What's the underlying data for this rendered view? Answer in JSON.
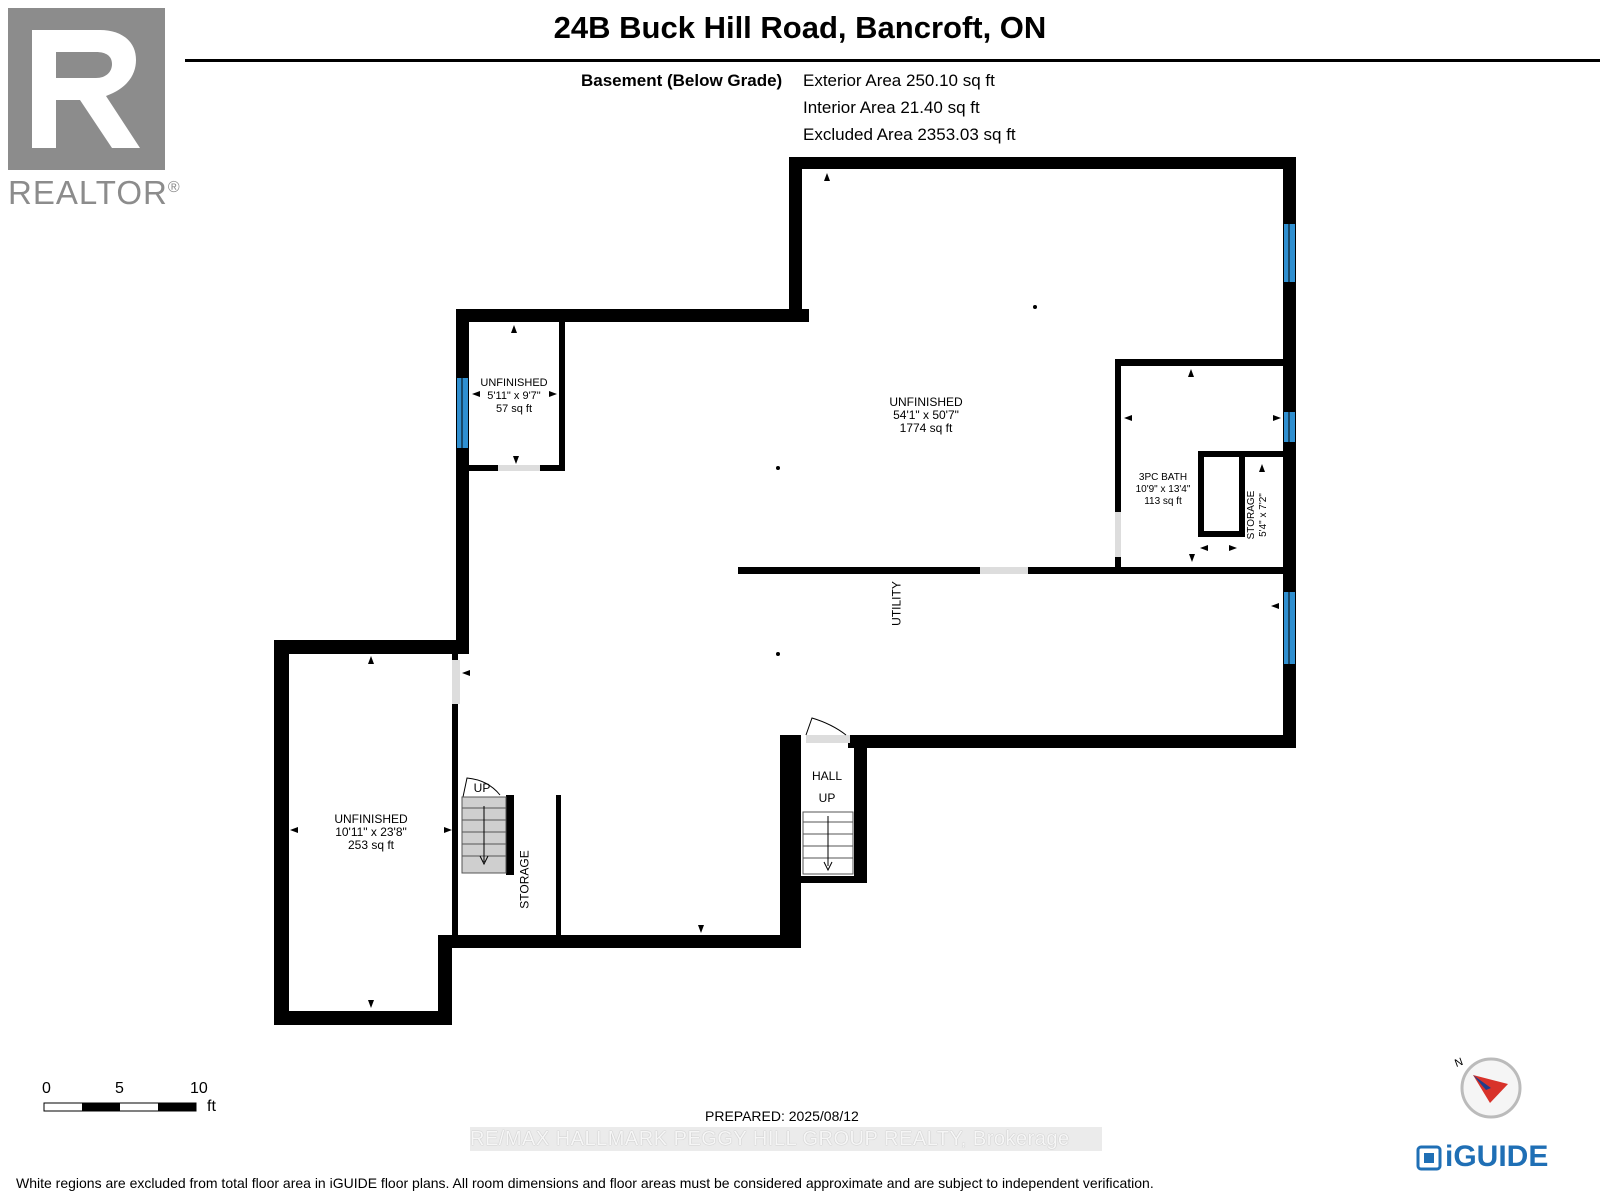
{
  "title": "24B Buck Hill Road, Bancroft, ON",
  "logo": {
    "text": "REALTOR",
    "reg": "®",
    "icon": "realtor-r-logo-icon"
  },
  "areas": {
    "level": "Basement (Below Grade)",
    "exterior": "Exterior Area 250.10 sq ft",
    "interior": "Interior Area 21.40 sq ft",
    "excluded": "Excluded Area 2353.03 sq ft"
  },
  "rooms": {
    "unfinished_small": {
      "name": "UNFINISHED",
      "dims": "5'11\" x 9'7\"",
      "area": "57 sq ft"
    },
    "unfinished_main": {
      "name": "UNFINISHED",
      "dims": "54'1\" x 50'7\"",
      "area": "1774 sq ft"
    },
    "bath": {
      "name": "3PC BATH",
      "dims": "10'9\" x 13'4\"",
      "area": "113 sq ft"
    },
    "storage_right": {
      "name": "STORAGE",
      "dims": "5'4\" x 7'2\""
    },
    "utility": {
      "name": "UTILITY"
    },
    "unfinished_left": {
      "name": "UNFINISHED",
      "dims": "10'11\" x 23'8\"",
      "area": "253 sq ft"
    },
    "storage_left": {
      "name": "STORAGE"
    },
    "hall": {
      "name": "HALL"
    },
    "stairs_left": {
      "label": "UP"
    },
    "stairs_hall": {
      "label": "UP"
    }
  },
  "scale": {
    "ticks": [
      "0",
      "5",
      "10"
    ],
    "unit": "ft"
  },
  "compass": {
    "label": "N",
    "icon": "compass-icon"
  },
  "prepared": "PREPARED: 2025/08/12",
  "brokerage": "RE/MAX HALLMARK PEGGY HILL GROUP REALTY, Brokerage",
  "footer_note": "White regions are excluded from total floor area in iGUIDE floor plans. All room dimensions and floor areas must be considered approximate and are subject to independent verification.",
  "brand": {
    "text": "iGUIDE",
    "icon": "iguide-logo-icon",
    "color": "#1f6fb5"
  },
  "colors": {
    "wall": "#000000",
    "window": "#2f8fd0",
    "door_gap": "#dddddd",
    "realtor_gray": "#8c8c8c"
  }
}
